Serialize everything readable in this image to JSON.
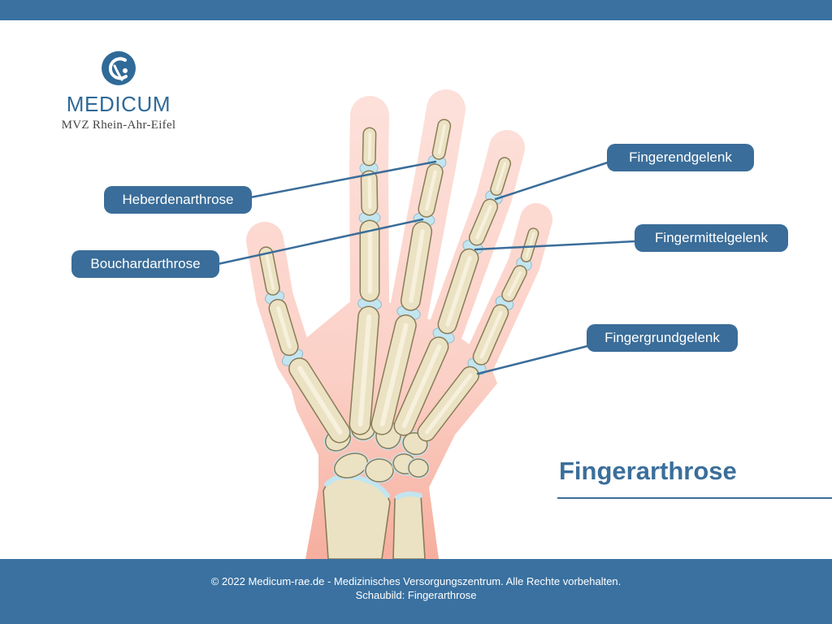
{
  "logo": {
    "icon": "medicum-logo-icon",
    "name": "MEDICUM",
    "subtitle": "MVZ Rhein-Ahr-Eifel"
  },
  "labels": {
    "heberden": "Heberdenarthrose",
    "bouchard": "Bouchardarthrose",
    "fingerendgelenk": "Fingerendgelenk",
    "fingermittelgelenk": "Fingermittelgelenk",
    "fingergrundgelenk": "Fingergrundgelenk"
  },
  "title": "Fingerarthrose",
  "footer": {
    "line1": "© 2022 Medicum-rae.de - Medizinisches Versorgungszentrum. Alle Rechte vorbehalten.",
    "line2": "Schaubild: Fingerarthrose"
  },
  "colors": {
    "brand_blue": "#3a71a0",
    "label_blue": "#3a6d99",
    "skin_light": "#fde0da",
    "skin_dark": "#f7b4a5",
    "bone": "#ebe2c3",
    "bone_outline": "#8a7c58",
    "joint_cartilage": "#c2e5f0"
  }
}
